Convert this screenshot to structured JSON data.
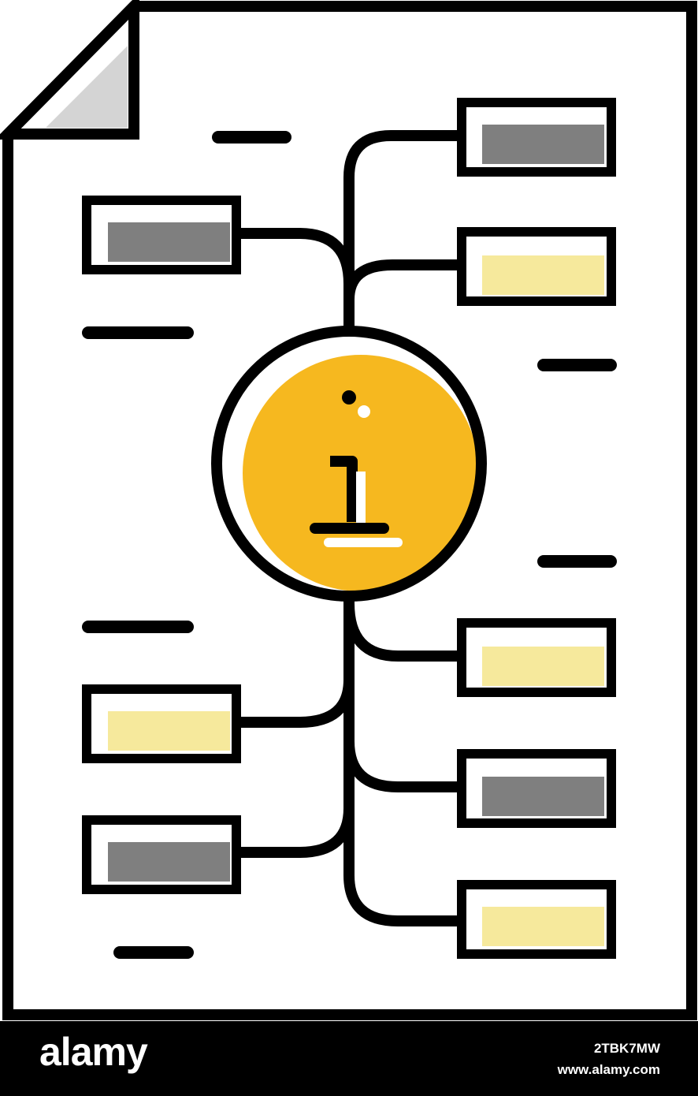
{
  "illustration": {
    "icon": "document-mind-map-info-icon",
    "center_icon": "info-icon",
    "colors": {
      "outline": "#000000",
      "paper": "#ffffff",
      "fold": "#d4d4d4",
      "accent_yellow": "#f6b81f",
      "pale_yellow": "#f6e99c",
      "gray": "#7f7f7f"
    }
  },
  "footer": {
    "brand": "alamy",
    "image_id": "2TBK7MW",
    "site": "www.alamy.com"
  }
}
